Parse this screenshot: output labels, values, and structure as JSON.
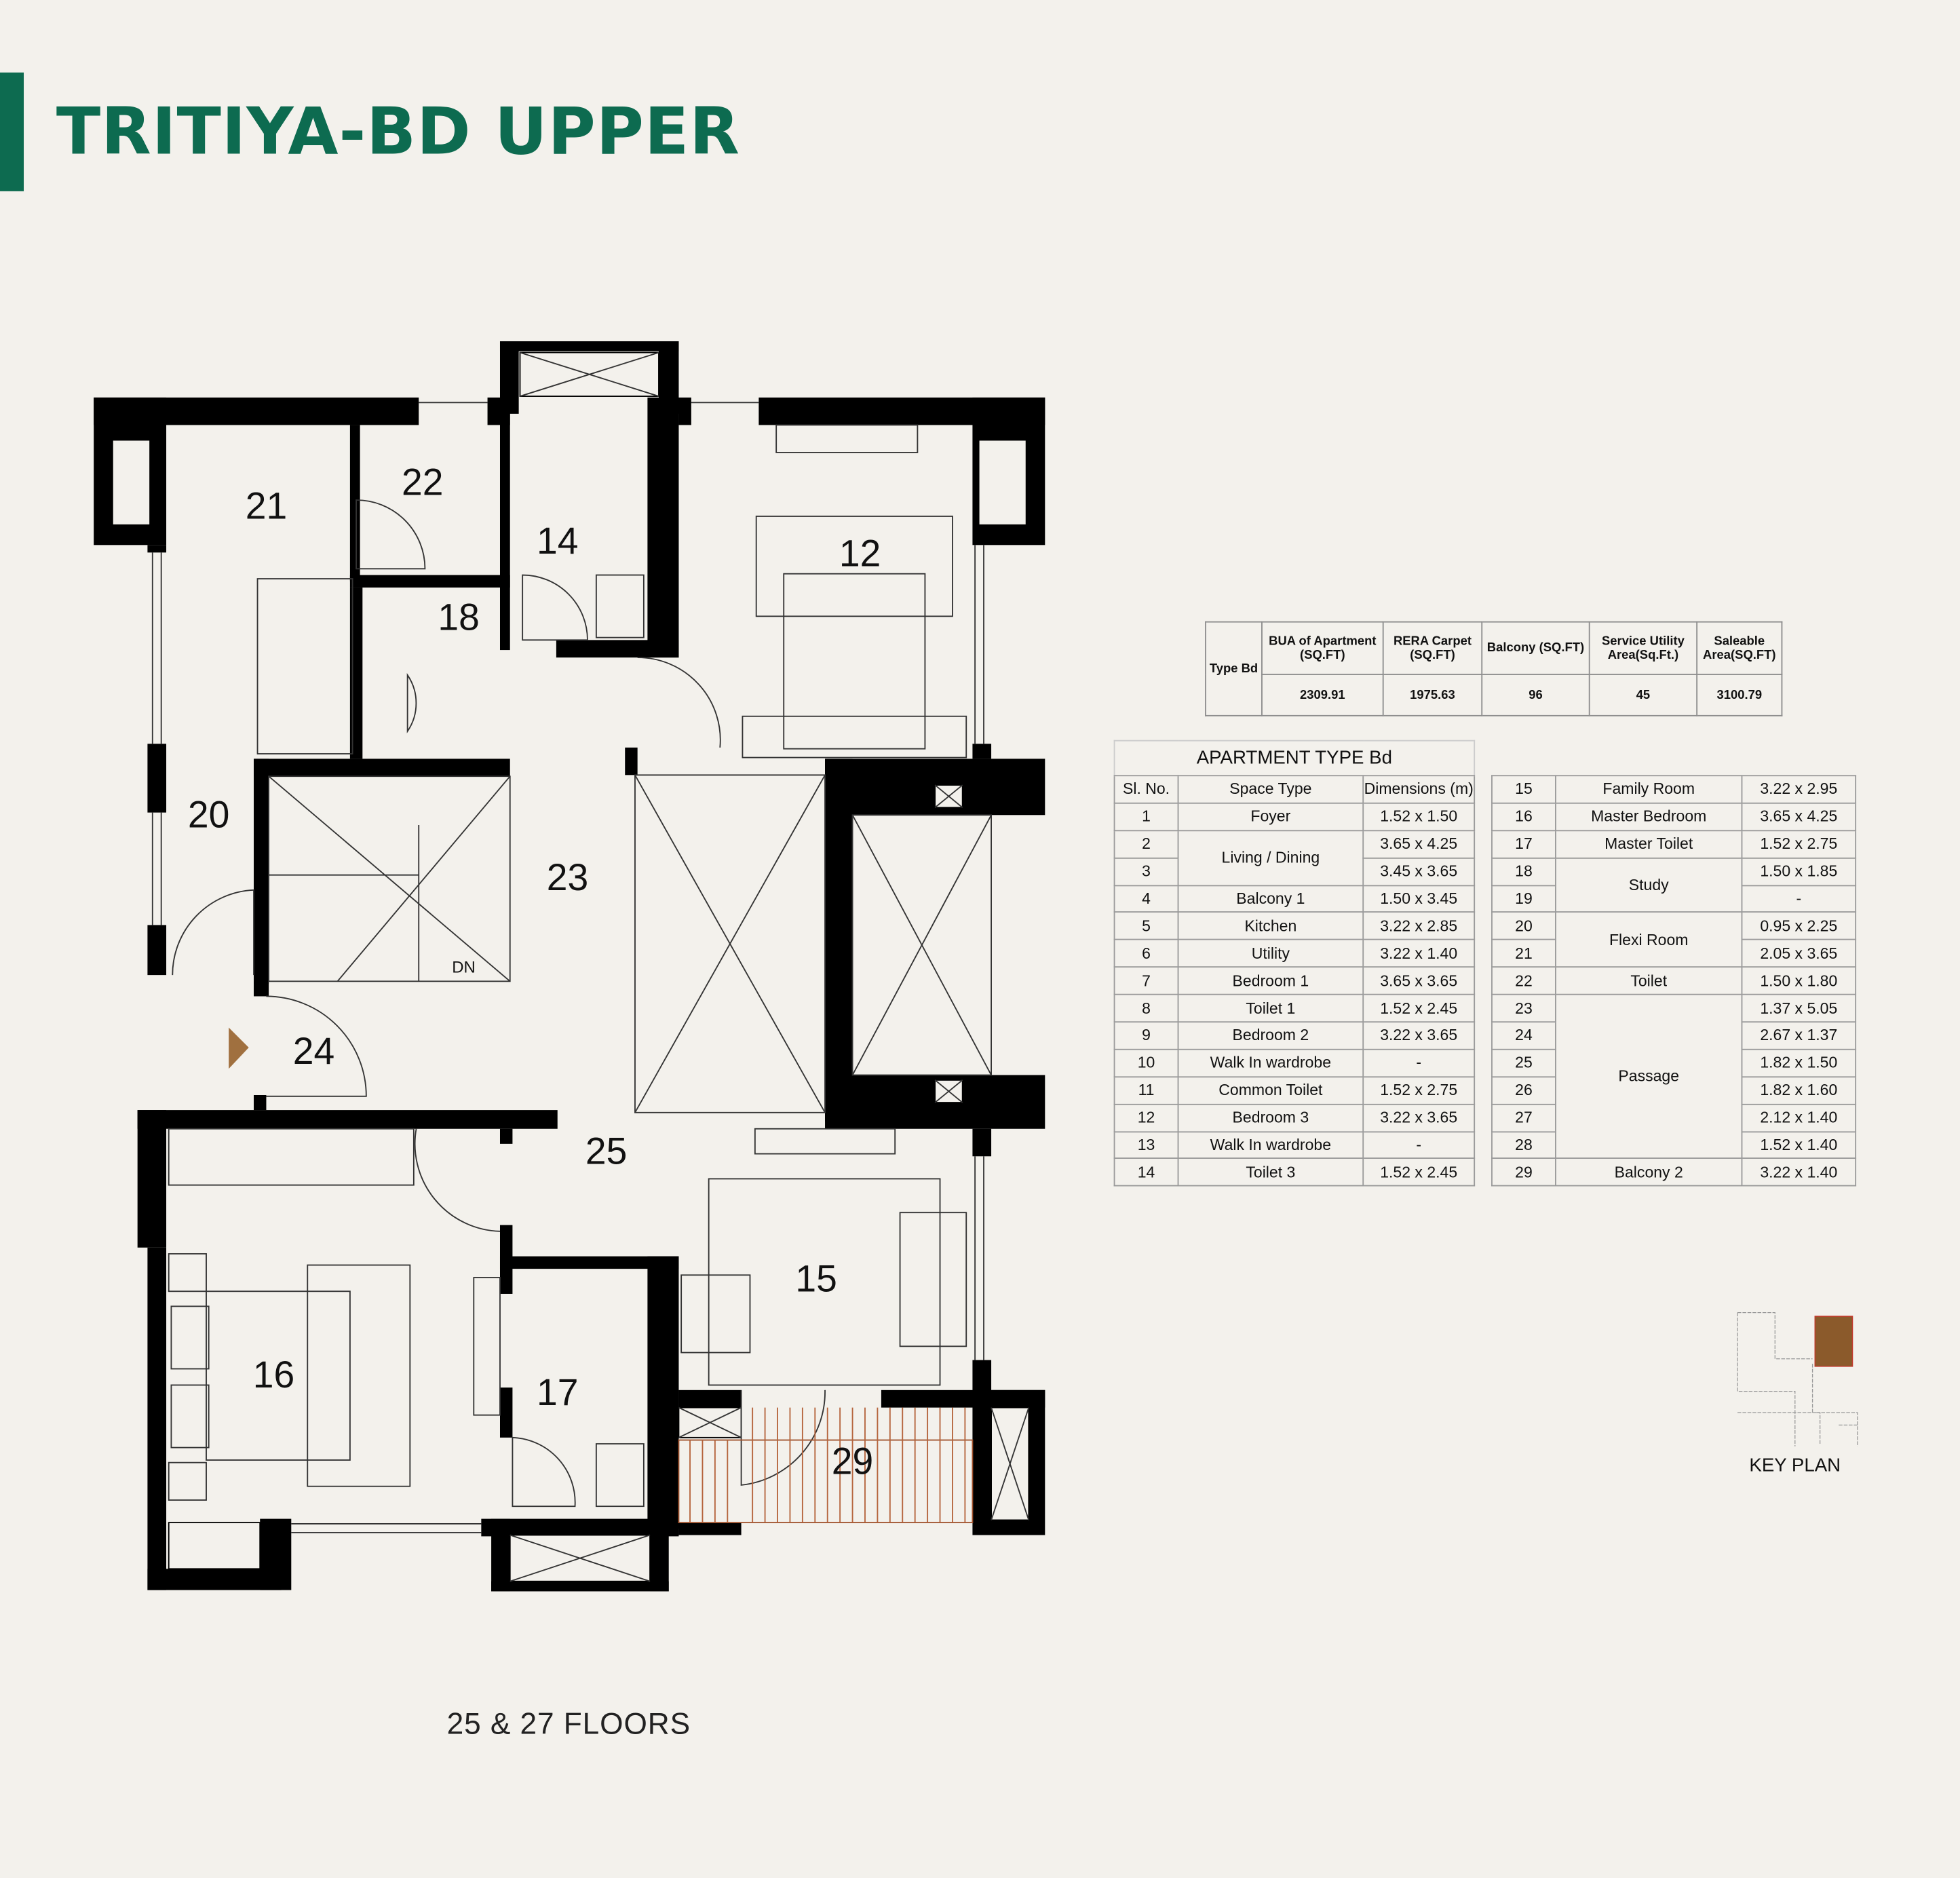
{
  "title": "TRITIYA-BD UPPER",
  "floors_label": "25 & 27 FLOORS",
  "key_plan_label": "KEY PLAN",
  "colors": {
    "brand": "#0d6b50",
    "highlight": "#8b5a2b",
    "wall": "#000000",
    "background": "#f3f1ec"
  },
  "summary": {
    "type_label": "Type Bd",
    "headers": [
      "BUA of Apartment (SQ.FT)",
      "RERA Carpet (SQ.FT)",
      "Balcony (SQ.FT)",
      "Service Utility Area(Sq.Ft.)",
      "Saleable Area(SQ.FT)"
    ],
    "values": [
      "2309.91",
      "1975.63",
      "96",
      "45",
      "3100.79"
    ]
  },
  "rooms_table": {
    "title": "APARTMENT TYPE Bd",
    "headers": [
      "Sl. No.",
      "Space Type",
      "Dimensions (m)"
    ],
    "rows": [
      {
        "sl": "1",
        "space": "Foyer",
        "dim": "1.52 x 1.50"
      },
      {
        "sl": "2",
        "space": "Living / Dining",
        "dim": "3.65 x 4.25"
      },
      {
        "sl": "3",
        "space": "",
        "dim": "3.45 x 3.65"
      },
      {
        "sl": "4",
        "space": "Balcony 1",
        "dim": "1.50 x 3.45"
      },
      {
        "sl": "5",
        "space": "Kitchen",
        "dim": "3.22 x 2.85"
      },
      {
        "sl": "6",
        "space": "Utility",
        "dim": "3.22 x 1.40"
      },
      {
        "sl": "7",
        "space": "Bedroom 1",
        "dim": "3.65 x 3.65"
      },
      {
        "sl": "8",
        "space": "Toilet 1",
        "dim": "1.52 x 2.45"
      },
      {
        "sl": "9",
        "space": "Bedroom 2",
        "dim": "3.22 x 3.65"
      },
      {
        "sl": "10",
        "space": "Walk In wardrobe",
        "dim": "-"
      },
      {
        "sl": "11",
        "space": "Common Toilet",
        "dim": "1.52 x 2.75"
      },
      {
        "sl": "12",
        "space": "Bedroom 3",
        "dim": "3.22 x 3.65"
      },
      {
        "sl": "13",
        "space": "Walk In wardrobe",
        "dim": "-"
      },
      {
        "sl": "14",
        "space": "Toilet 3",
        "dim": "1.52 x 2.45"
      },
      {
        "sl": "15",
        "space": "Family Room",
        "dim": "3.22 x 2.95"
      },
      {
        "sl": "16",
        "space": "Master Bedroom",
        "dim": "3.65 x 4.25"
      },
      {
        "sl": "17",
        "space": "Master Toilet",
        "dim": "1.52 x 2.75"
      },
      {
        "sl": "18",
        "space": "Study",
        "dim": "1.50 x 1.85"
      },
      {
        "sl": "19",
        "space": "",
        "dim": "-"
      },
      {
        "sl": "20",
        "space": "Flexi Room",
        "dim": "0.95 x 2.25"
      },
      {
        "sl": "21",
        "space": "",
        "dim": "2.05 x 3.65"
      },
      {
        "sl": "22",
        "space": "Toilet",
        "dim": "1.50 x 1.80"
      },
      {
        "sl": "23",
        "space": "Passage",
        "dim": "1.37 x 5.05"
      },
      {
        "sl": "24",
        "space": "",
        "dim": "2.67 x 1.37"
      },
      {
        "sl": "25",
        "space": "",
        "dim": "1.82 x 1.50"
      },
      {
        "sl": "26",
        "space": "",
        "dim": "1.82 x 1.60"
      },
      {
        "sl": "27",
        "space": "",
        "dim": "2.12 x 1.40"
      },
      {
        "sl": "28",
        "space": "",
        "dim": "1.52 x 1.40"
      },
      {
        "sl": "29",
        "space": "Balcony 2",
        "dim": "3.22 x 1.40"
      }
    ]
  },
  "plan_labels": {
    "r12": "12",
    "r14": "14",
    "r15": "15",
    "r16": "16",
    "r17": "17",
    "r18": "18",
    "r20": "20",
    "r21": "21",
    "r22": "22",
    "r23": "23",
    "r24": "24",
    "r25": "25",
    "r29": "29",
    "dn": "DN"
  }
}
